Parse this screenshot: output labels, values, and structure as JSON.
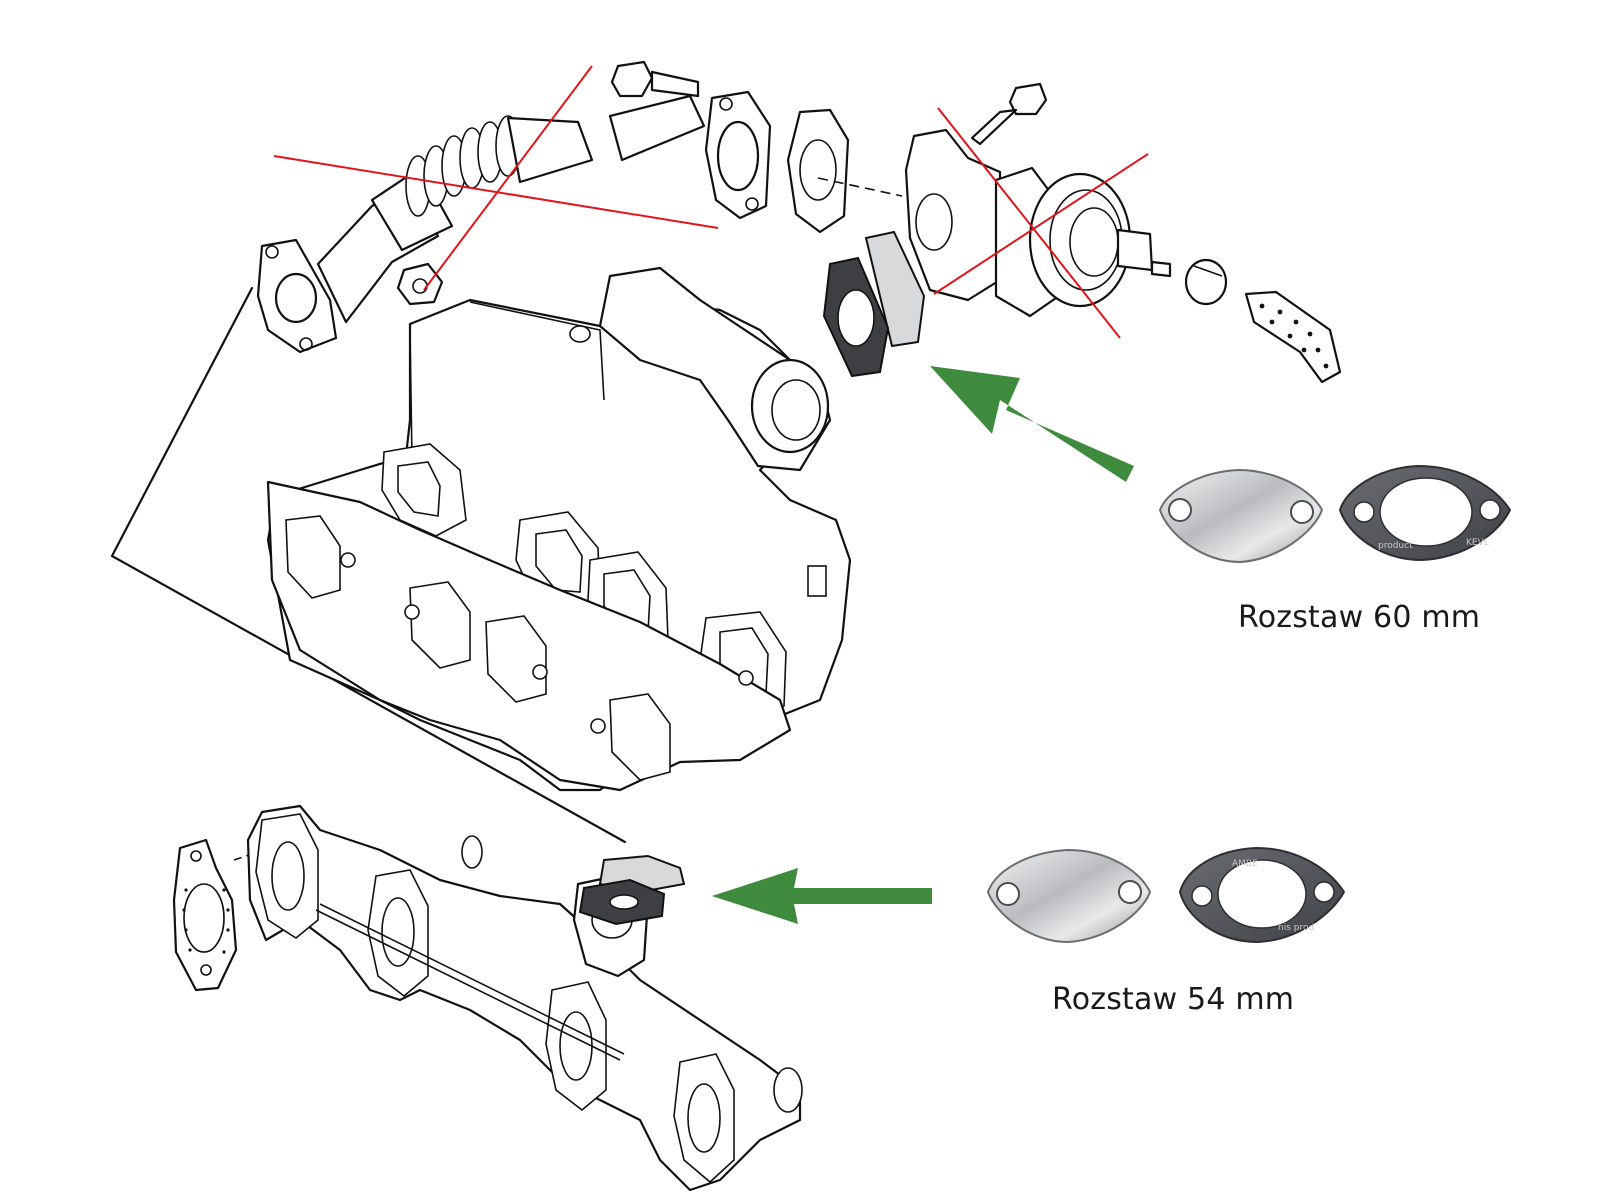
{
  "labels": {
    "spacing_60": "Rozstaw 60 mm",
    "spacing_54": "Rozstaw 54 mm"
  },
  "gasket_print": {
    "gasket_60_text_a": "product",
    "gasket_60_text_b": "KEVL",
    "gasket_54_text_a": "AMBE",
    "gasket_54_text_b": "nis prod"
  },
  "colors": {
    "cross_out": "#e0151b",
    "arrow": "#3e8b3e",
    "plate_metal": "#c9cacc",
    "gasket": "#55585d"
  },
  "icons": {
    "arrow_upper": "green-arrow-icon",
    "arrow_lower": "green-arrow-icon"
  }
}
